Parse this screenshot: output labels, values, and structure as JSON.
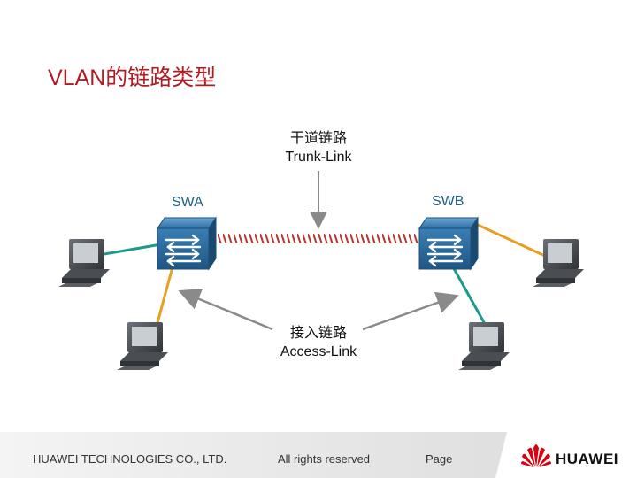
{
  "title": "VLAN的链路类型",
  "trunk": {
    "cn": "干道链路",
    "en": "Trunk-Link"
  },
  "access": {
    "cn": "接入链路",
    "en": "Access-Link"
  },
  "switches": {
    "a": "SWA",
    "b": "SWB"
  },
  "footer": {
    "company": "HUAWEI TECHNOLOGIES CO., LTD.",
    "rights": "All rights reserved",
    "page": "Page",
    "logo": "HUAWEI"
  },
  "colors": {
    "title": "#b01c22",
    "switch": "#2a6ea0",
    "trunk": "#b33a2e",
    "teal_link": "#1c9a8a",
    "orange_link": "#e8a020"
  }
}
